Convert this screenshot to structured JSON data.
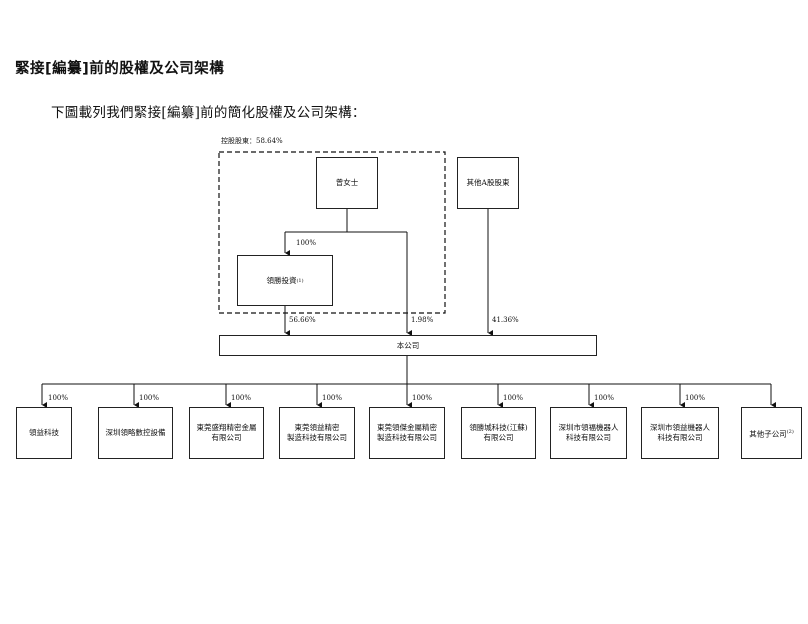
{
  "heading": "緊接[編纂]前的股權及公司架構",
  "intro": "下圖載列我們緊接[編纂]前的簡化股權及公司架構：",
  "chart": {
    "controlling_group_label": "控股股東：58.64%",
    "ms_zeng": "曾女士",
    "holding": "領勝投資",
    "holding_note": "(1)",
    "other_shareholders": "其他A股股東",
    "company": "本公司",
    "pct_holding_to_holding_co": "100%",
    "pct_holding_co_to_company": "56.66%",
    "pct_zeng_to_company": "1.98%",
    "pct_others_to_company": "41.36%",
    "subsidiaries": [
      {
        "line1": "領益科技",
        "line2": "",
        "pct": "100%"
      },
      {
        "line1": "深圳領略數控設備",
        "line2": "",
        "pct": "100%"
      },
      {
        "line1": "東莞盛翔精密金屬",
        "line2": "有限公司",
        "pct": "100%"
      },
      {
        "line1": "東莞領益精密",
        "line2": "製造科技有限公司",
        "pct": "100%"
      },
      {
        "line1": "東莞領傑金屬精密",
        "line2": "製造科技有限公司",
        "pct": "100%"
      },
      {
        "line1": "領勝城科技(江蘇)",
        "line2": "有限公司",
        "pct": "100%"
      },
      {
        "line1": "深圳市領福機器人",
        "line2": "科技有限公司",
        "pct": "100%"
      },
      {
        "line1": "深圳市領益機器人",
        "line2": "科技有限公司",
        "pct": "100%"
      },
      {
        "line1": "其他子公司",
        "line2": "",
        "note": "(2)",
        "pct": ""
      }
    ]
  }
}
